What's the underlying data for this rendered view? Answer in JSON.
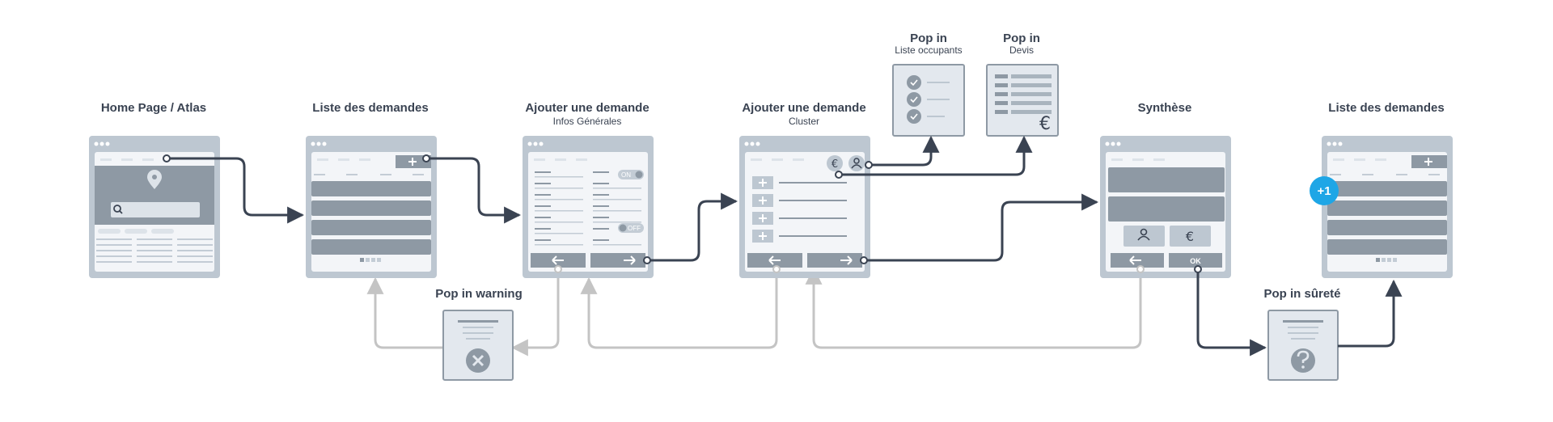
{
  "labels": {
    "home": "Home Page / Atlas",
    "liste1": "Liste des demandes",
    "ajout1_title": "Ajouter une demande",
    "ajout1_sub": "Infos Générales",
    "ajout2_title": "Ajouter une demande",
    "ajout2_sub": "Cluster",
    "popocc_title": "Pop in",
    "popocc_sub": "Liste occupants",
    "popdevis_title": "Pop in",
    "popdevis_sub": "Devis",
    "synthese": "Synthèse",
    "liste2": "Liste des demandes",
    "popwarn": "Pop in warning",
    "popsurete": "Pop in sûreté"
  },
  "ui": {
    "toggle_on": "ON",
    "toggle_off": "OFF",
    "ok": "OK",
    "badge": "+1",
    "euro": "€"
  },
  "icons": {
    "dots": "window-dots-icon",
    "plus": "plus-icon",
    "arrow_left": "arrow-left-icon",
    "arrow_right": "arrow-right-icon",
    "search": "search-icon",
    "pin": "map-pin-icon",
    "user": "user-icon",
    "check": "check-circle-icon",
    "close": "close-circle-icon",
    "question": "question-circle-icon"
  },
  "colors": {
    "frame": "#bdc7d1",
    "screen": "#f3f5f8",
    "block": "#8e99a4",
    "dark_line": "#3a4352",
    "light_line": "#c4c4c4",
    "badge": "#1ea6e6"
  }
}
